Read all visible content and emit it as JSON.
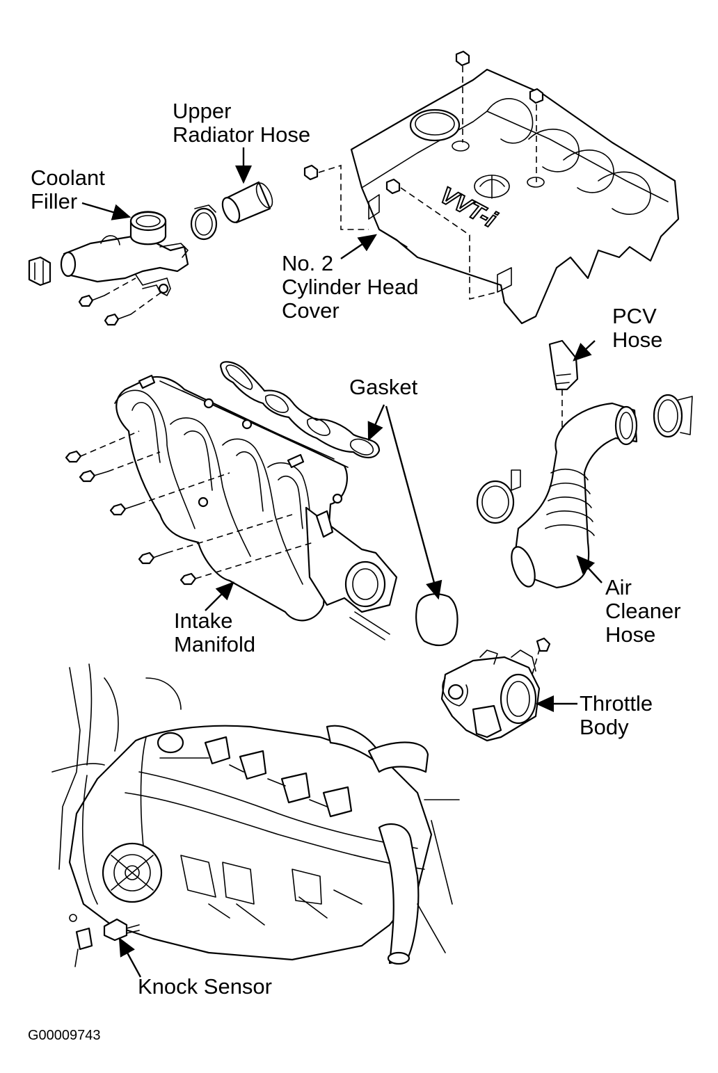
{
  "diagram": {
    "figure_id": "G00009743",
    "callouts": {
      "upper_radiator_hose": [
        "Upper",
        "Radiator Hose"
      ],
      "coolant_filler": [
        "Coolant",
        "Filler"
      ],
      "cylinder_head_cover": [
        "No. 2",
        "Cylinder Head",
        "Cover"
      ],
      "pcv_hose": [
        "PCV",
        "Hose"
      ],
      "gasket": [
        "Gasket"
      ],
      "intake_manifold": [
        "Intake",
        "Manifold"
      ],
      "air_cleaner_hose": [
        "Air",
        "Cleaner",
        "Hose"
      ],
      "throttle_body": [
        "Throttle",
        "Body"
      ],
      "knock_sensor": [
        "Knock Sensor"
      ]
    },
    "cover_emblem_text": "VVT-i"
  }
}
